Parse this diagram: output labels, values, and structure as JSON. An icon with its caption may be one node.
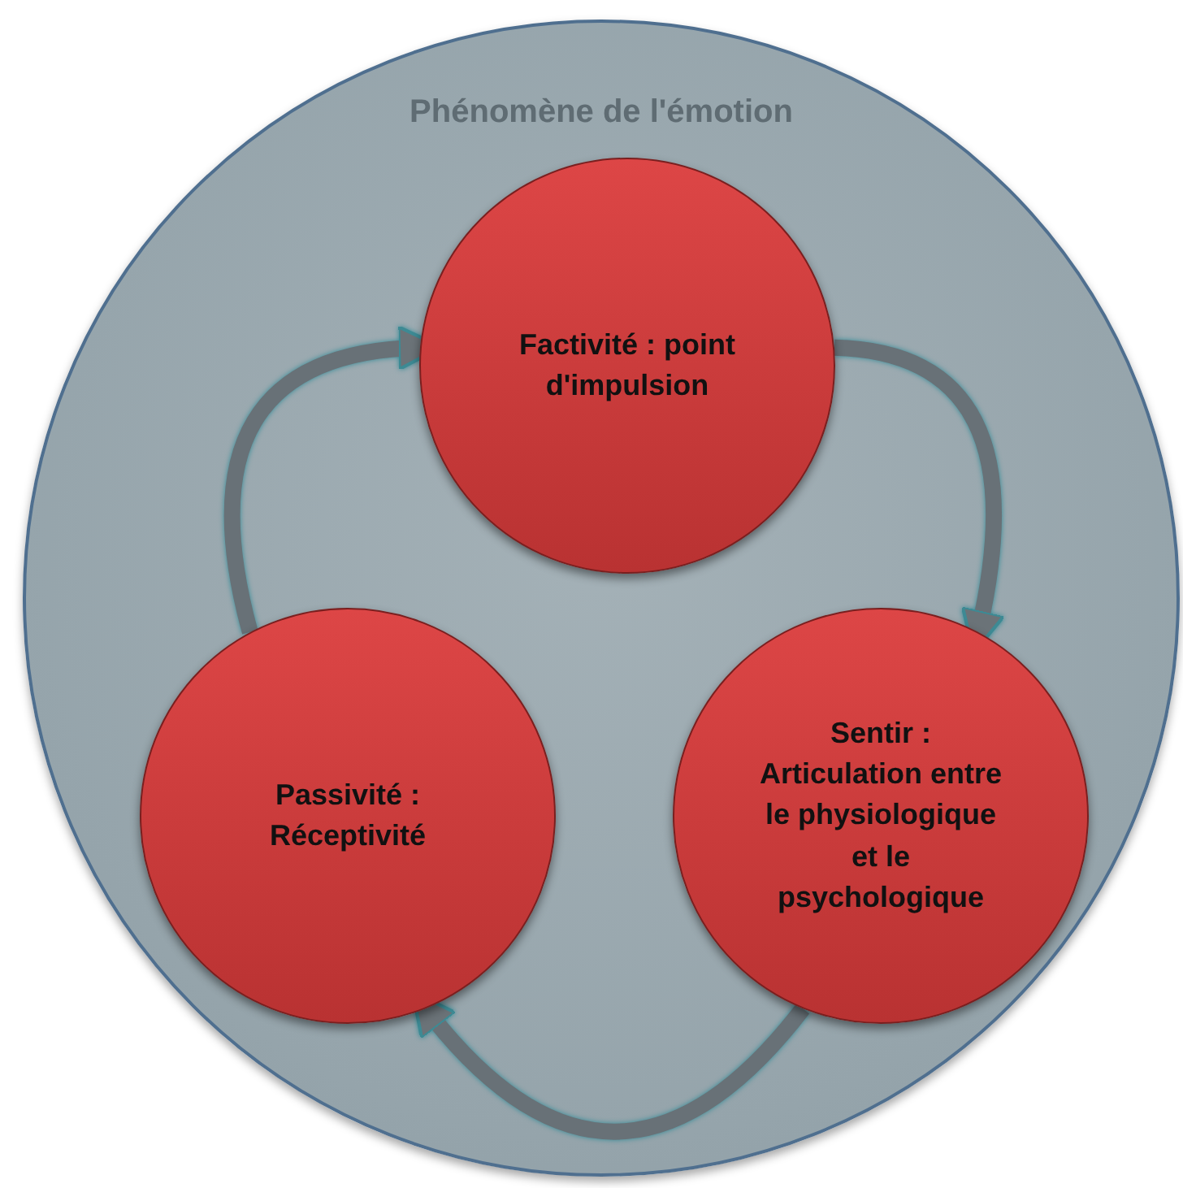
{
  "diagram": {
    "nodes": [
      {
        "text": [
          "Phénomène de l'émotion"
        ]
      },
      {
        "text": [
          "Factivité : point d'impulsion"
        ],
        "in": 0
      },
      {
        "text": [
          "Sentir : Articulation entre le physiologique et le psychologique"
        ],
        "in": 0
      },
      {
        "text": [
          "Passivité : Réceptivité"
        ],
        "in": 0
      }
    ],
    "edges": [
      {
        "from": 1,
        "to": 2,
        "arrow": "to"
      },
      {
        "from": 2,
        "to": 3,
        "arrow": "to"
      },
      {
        "from": 3,
        "to": 1,
        "arrow": "to"
      }
    ]
  }
}
